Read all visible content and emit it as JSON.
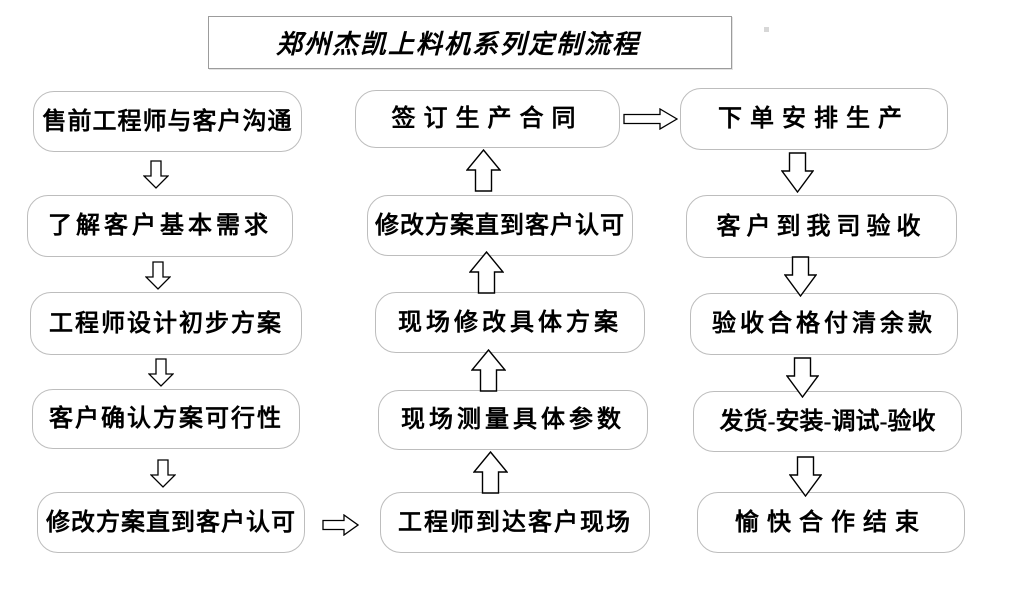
{
  "title": "郑州杰凯上料机系列定制流程",
  "nodes": {
    "left": [
      "售前工程师与客户沟通",
      "了解客户基本需求",
      "工程师设计初步方案",
      "客户确认方案可行性",
      "修改方案直到客户认可"
    ],
    "middle": [
      "签订生产合同",
      "修改方案直到客户认可",
      "现场修改具体方案",
      "现场测量具体参数",
      "工程师到达客户现场"
    ],
    "right": [
      "下单安排生产",
      "客户到我司验收",
      "验收合格付清余款",
      "发货-安装-调试-验收",
      "愉快合作结束"
    ]
  },
  "connections": [
    {
      "from": "left.0",
      "to": "left.1",
      "direction": "down"
    },
    {
      "from": "left.1",
      "to": "left.2",
      "direction": "down"
    },
    {
      "from": "left.2",
      "to": "left.3",
      "direction": "down"
    },
    {
      "from": "left.3",
      "to": "left.4",
      "direction": "down"
    },
    {
      "from": "left.4",
      "to": "middle.4",
      "direction": "right"
    },
    {
      "from": "middle.4",
      "to": "middle.3",
      "direction": "up"
    },
    {
      "from": "middle.3",
      "to": "middle.2",
      "direction": "up"
    },
    {
      "from": "middle.2",
      "to": "middle.1",
      "direction": "up"
    },
    {
      "from": "middle.1",
      "to": "middle.0",
      "direction": "up"
    },
    {
      "from": "middle.0",
      "to": "right.0",
      "direction": "right"
    },
    {
      "from": "right.0",
      "to": "right.1",
      "direction": "down"
    },
    {
      "from": "right.1",
      "to": "right.2",
      "direction": "down"
    },
    {
      "from": "right.2",
      "to": "right.3",
      "direction": "down"
    },
    {
      "from": "right.3",
      "to": "right.4",
      "direction": "down"
    }
  ],
  "colors": {
    "background": "#ffffff",
    "box_border": "#bdbdbd",
    "title_border": "#9c9c9c",
    "text": "#000000",
    "arrow_outline": "#000000",
    "arrow_fill": "#ffffff"
  }
}
